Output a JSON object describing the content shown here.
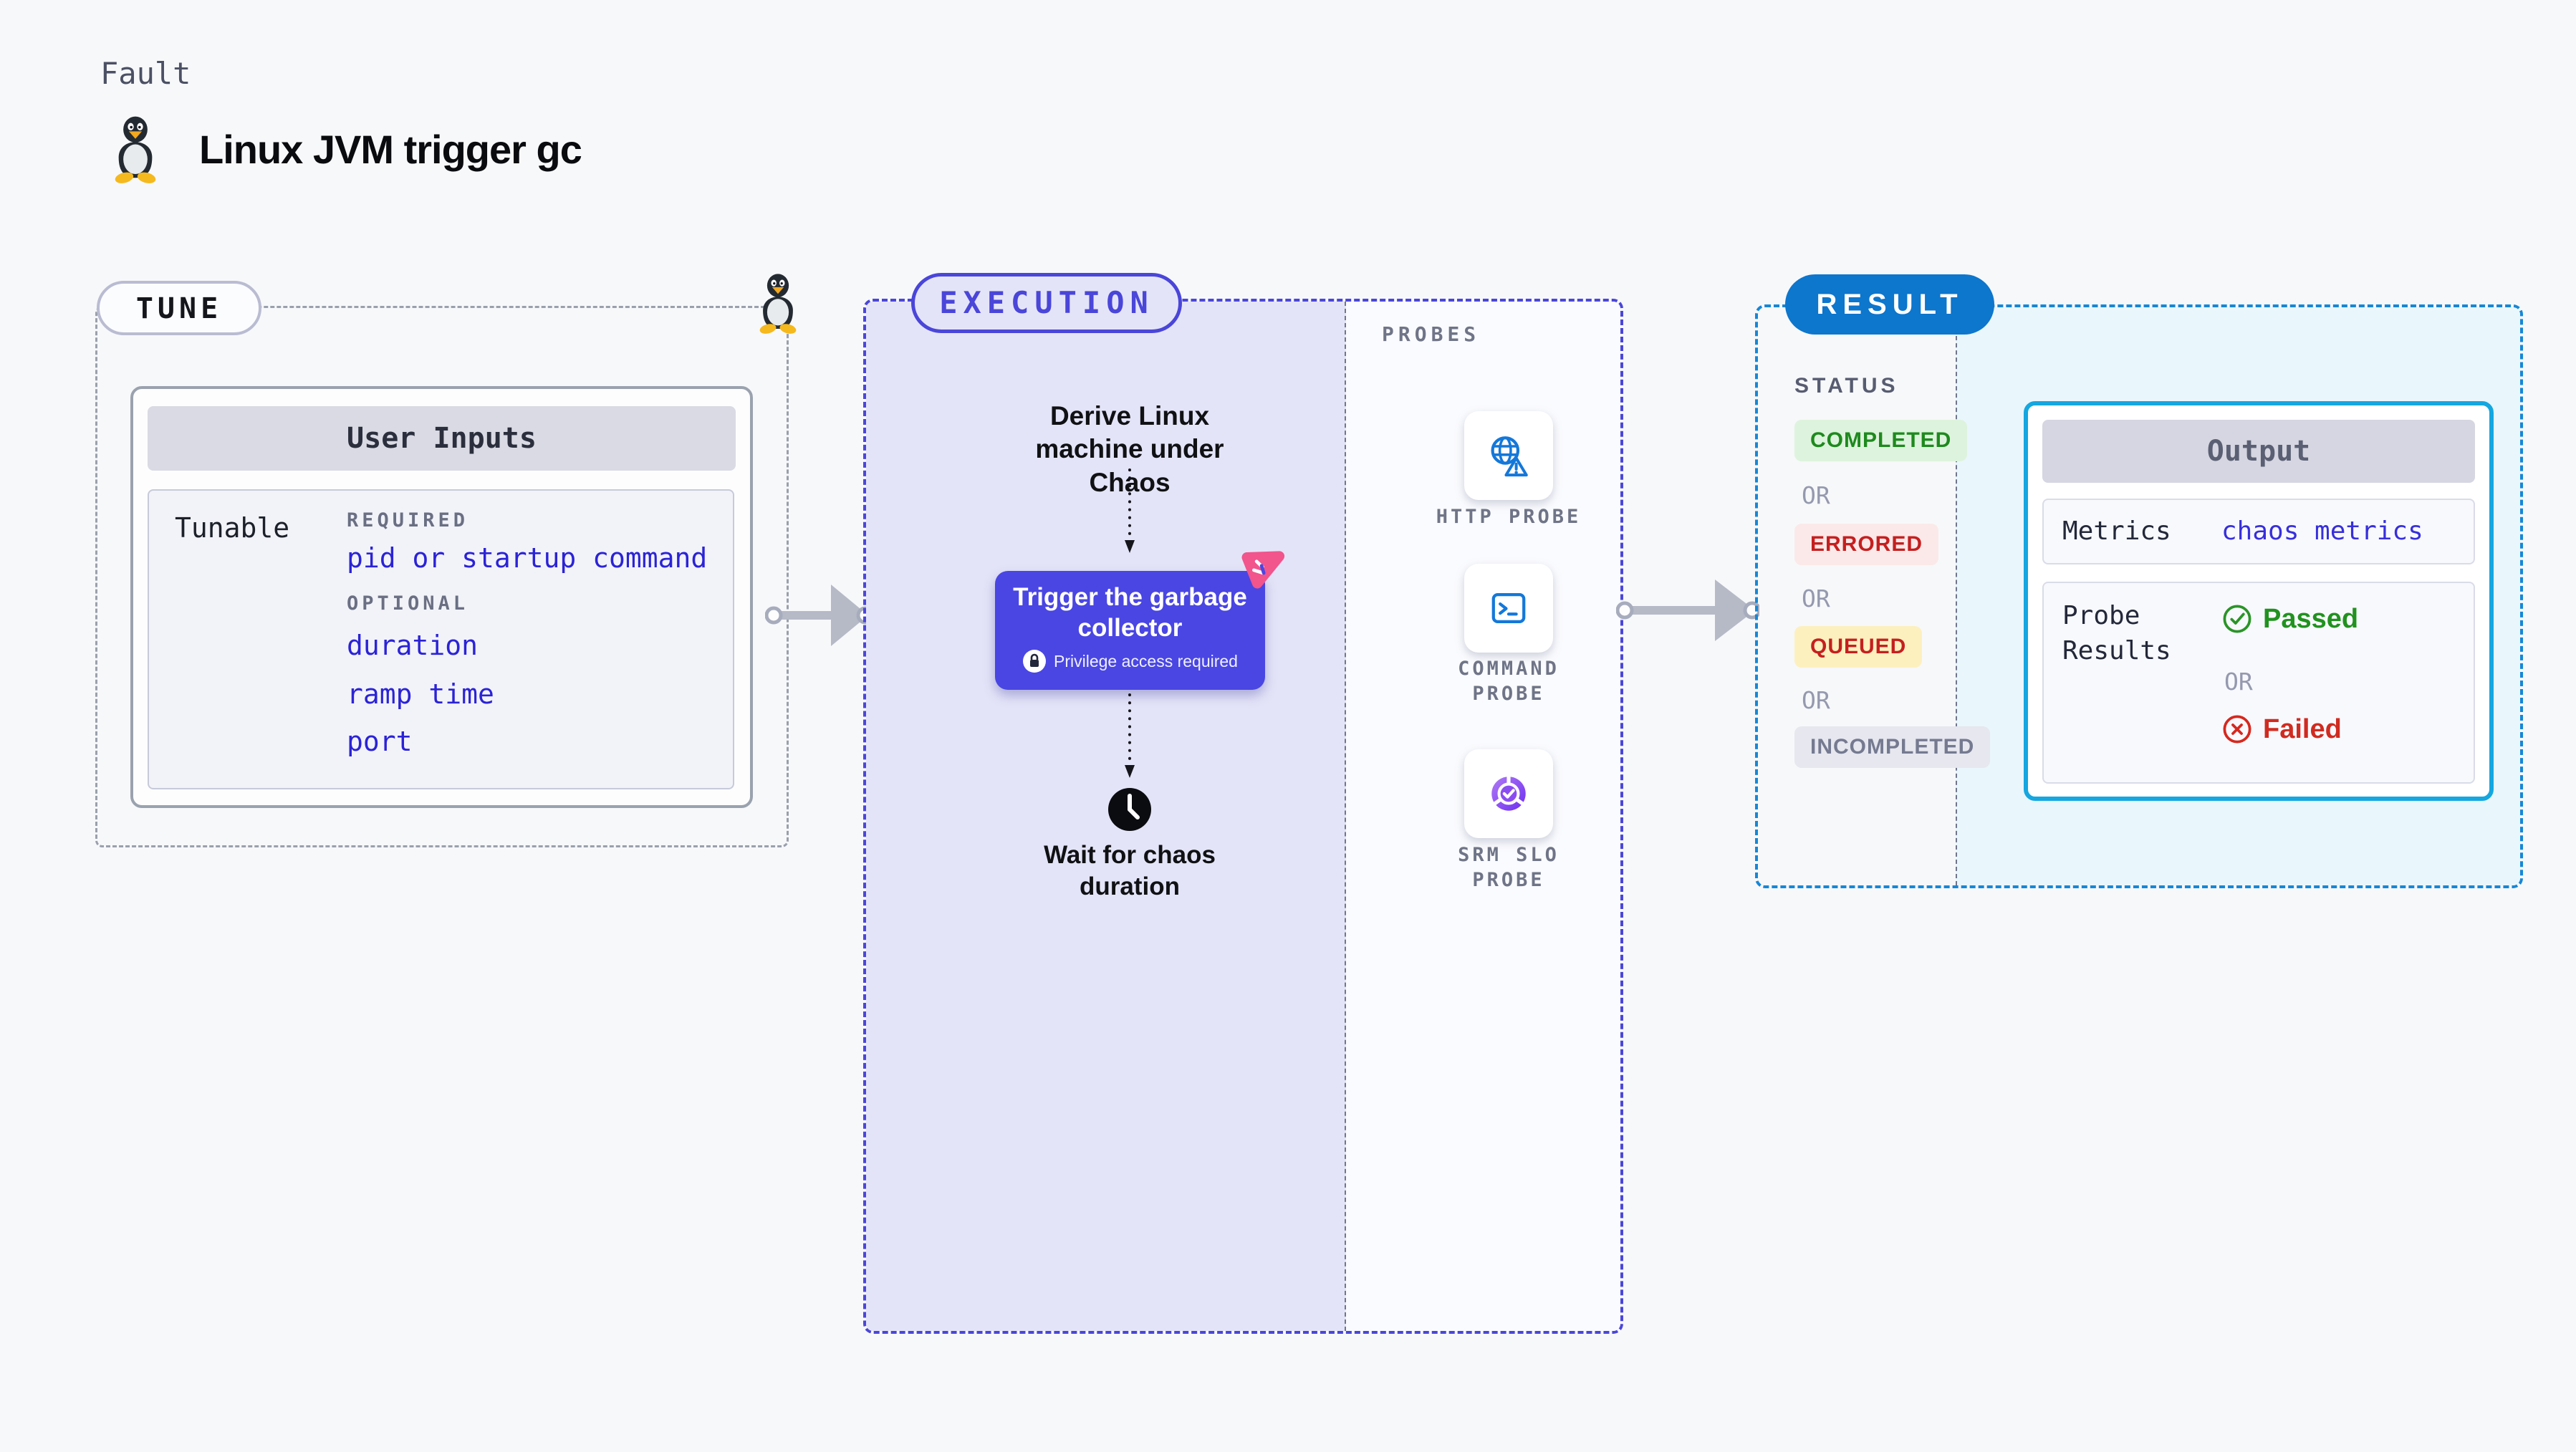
{
  "page": {
    "fault_label": "Fault",
    "title": "Linux JVM trigger gc"
  },
  "tune": {
    "badge": "TUNE",
    "user_inputs": {
      "header": "User Inputs",
      "row_label": "Tunable",
      "required_label": "REQUIRED",
      "required_items": [
        "pid or startup command"
      ],
      "optional_label": "OPTIONAL",
      "optional_items": [
        "duration",
        "ramp time",
        "port"
      ]
    }
  },
  "execution": {
    "badge": "EXECUTION",
    "derive_step": "Derive Linux machine under Chaos",
    "action": {
      "title": "Trigger the garbage collector",
      "note": "Privilege access required"
    },
    "wait_step": "Wait for chaos duration"
  },
  "probes": {
    "header": "PROBES",
    "items": [
      {
        "label": "HTTP PROBE",
        "icon": "globe-alert-icon"
      },
      {
        "label": "COMMAND PROBE",
        "icon": "terminal-icon"
      },
      {
        "label": "SRM SLO PROBE",
        "icon": "slo-donut-icon"
      }
    ]
  },
  "result": {
    "badge": "RESULT",
    "status": {
      "header": "STATUS",
      "or_label": "OR",
      "items": [
        {
          "label": "COMPLETED",
          "text_color": "#1d8a1d",
          "bg_color": "#def3dd"
        },
        {
          "label": "ERRORED",
          "text_color": "#c51f1f",
          "bg_color": "#fbe9e9"
        },
        {
          "label": "QUEUED",
          "text_color": "#c51f1f",
          "bg_color": "#fdf0bf"
        },
        {
          "label": "INCOMPLETED",
          "text_color": "#757a91",
          "bg_color": "#e6e7ef"
        }
      ]
    },
    "output": {
      "header": "Output",
      "metrics_label": "Metrics",
      "metrics_value": "chaos metrics",
      "probe_results_label": "Probe Results",
      "passed_label": "Passed",
      "failed_label": "Failed"
    }
  },
  "colors": {
    "accent_indigo": "#4a46e3",
    "accent_blue": "#0d76cd",
    "cyan_border": "#14a7e0",
    "lavender_fill": "#e4e4f8",
    "cyan_fill": "#e9f6fb",
    "link_blue": "#2b23d6",
    "pink": "#f2548c"
  }
}
